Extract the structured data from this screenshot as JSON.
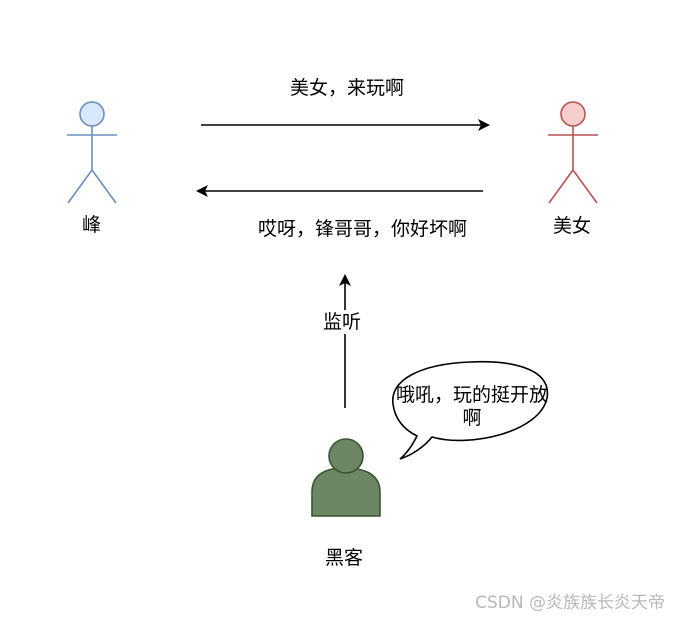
{
  "actors": {
    "feng": {
      "label": "峰",
      "fill": "#dae8fc",
      "stroke": "#6c8ebf"
    },
    "beauty": {
      "label": "美女",
      "fill": "#f8cecc",
      "stroke": "#b85450"
    }
  },
  "messages": {
    "to_beauty": "美女，来玩啊",
    "to_feng": "哎呀，锋哥哥，你好坏啊",
    "monitor": "监听"
  },
  "hacker": {
    "label": "黑客",
    "fill": "#6d8764",
    "stroke": "#3a5431",
    "thought_line1": "哦吼，玩的挺开放",
    "thought_line2": "啊"
  },
  "watermark": "CSDN @炎族族长炎天帝"
}
